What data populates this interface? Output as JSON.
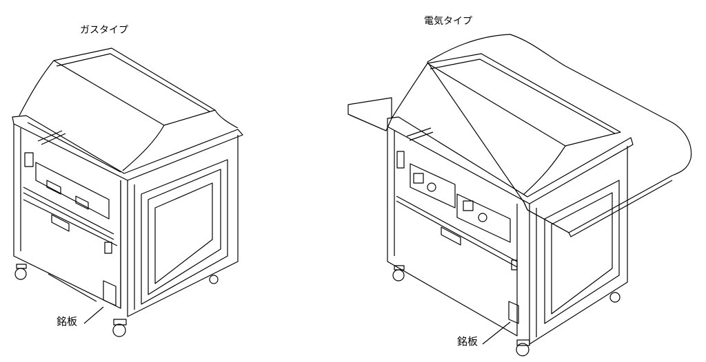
{
  "figure": {
    "gas_type": {
      "title": "ガスタイプ",
      "nameplate_label": "銘板"
    },
    "electric_type": {
      "title": "電気タイプ",
      "nameplate_label": "銘板"
    }
  },
  "colors": {
    "line": "#000000",
    "background": "#ffffff"
  }
}
